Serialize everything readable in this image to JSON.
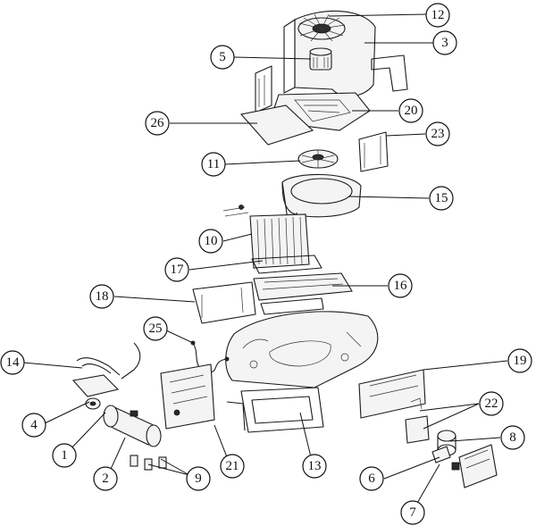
{
  "callouts": [
    {
      "id": "12",
      "label": "12"
    },
    {
      "id": "3",
      "label": "3"
    },
    {
      "id": "5",
      "label": "5"
    },
    {
      "id": "20",
      "label": "20"
    },
    {
      "id": "26",
      "label": "26"
    },
    {
      "id": "23",
      "label": "23"
    },
    {
      "id": "11",
      "label": "11"
    },
    {
      "id": "15",
      "label": "15"
    },
    {
      "id": "10",
      "label": "10"
    },
    {
      "id": "17",
      "label": "17"
    },
    {
      "id": "16",
      "label": "16"
    },
    {
      "id": "18",
      "label": "18"
    },
    {
      "id": "25",
      "label": "25"
    },
    {
      "id": "14",
      "label": "14"
    },
    {
      "id": "19",
      "label": "19"
    },
    {
      "id": "22",
      "label": "22"
    },
    {
      "id": "4",
      "label": "4"
    },
    {
      "id": "8",
      "label": "8"
    },
    {
      "id": "1",
      "label": "1"
    },
    {
      "id": "21",
      "label": "21"
    },
    {
      "id": "13",
      "label": "13"
    },
    {
      "id": "2",
      "label": "2"
    },
    {
      "id": "9",
      "label": "9"
    },
    {
      "id": "6",
      "label": "6"
    },
    {
      "id": "7",
      "label": "7"
    }
  ]
}
